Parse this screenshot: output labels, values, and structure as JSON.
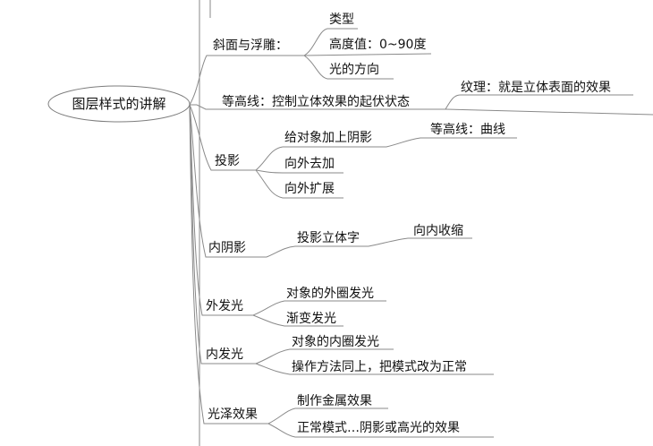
{
  "diagram": {
    "root": "图层样式的讲解",
    "branches": [
      {
        "label": "斜面与浮雕：",
        "children": [
          {
            "label": "类型"
          },
          {
            "label": "高度值：0~90度"
          },
          {
            "label": "光的方向"
          }
        ]
      },
      {
        "label": "等高线：控制立体效果的起伏状态",
        "children": [
          {
            "label": "纹理：就是立体表面的效果"
          }
        ]
      },
      {
        "label": "投影",
        "children": [
          {
            "label": "给对象加上阴影",
            "children": [
              {
                "label": "等高线：曲线"
              }
            ]
          },
          {
            "label": "向外去加"
          },
          {
            "label": "向外扩展"
          }
        ]
      },
      {
        "label": "内阴影",
        "children": [
          {
            "label": "投影立体字",
            "children": [
              {
                "label": "向内收缩"
              }
            ]
          }
        ]
      },
      {
        "label": "外发光",
        "children": [
          {
            "label": "对象的外圈发光"
          },
          {
            "label": "渐变发光"
          }
        ]
      },
      {
        "label": "内发光",
        "children": [
          {
            "label": "对象的内圈发光"
          },
          {
            "label": "操作方法同上，把模式改为正常"
          }
        ]
      },
      {
        "label": "光泽效果",
        "children": [
          {
            "label": "制作金属效果"
          },
          {
            "label": "正常模式…阴影或高光的效果"
          }
        ]
      }
    ]
  }
}
